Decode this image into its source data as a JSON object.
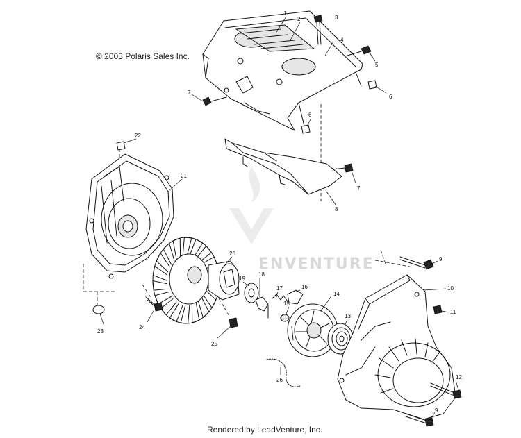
{
  "copyright": "© 2003 Polaris Sales Inc.",
  "watermark": "ENVENTURE",
  "footer": "Rendered by LeadVenture, Inc.",
  "callouts": [
    {
      "id": "1",
      "label": "1"
    },
    {
      "id": "2",
      "label": "2"
    },
    {
      "id": "3",
      "label": "3"
    },
    {
      "id": "4",
      "label": "4"
    },
    {
      "id": "5",
      "label": "5"
    },
    {
      "id": "6a",
      "label": "6"
    },
    {
      "id": "6b",
      "label": "6"
    },
    {
      "id": "7a",
      "label": "7"
    },
    {
      "id": "7b",
      "label": "7"
    },
    {
      "id": "8",
      "label": "8"
    },
    {
      "id": "9a",
      "label": "9"
    },
    {
      "id": "9b",
      "label": "9"
    },
    {
      "id": "10",
      "label": "10"
    },
    {
      "id": "11",
      "label": "11"
    },
    {
      "id": "12",
      "label": "12"
    },
    {
      "id": "13",
      "label": "13"
    },
    {
      "id": "14",
      "label": "14"
    },
    {
      "id": "15",
      "label": "15"
    },
    {
      "id": "16",
      "label": "16"
    },
    {
      "id": "17",
      "label": "17"
    },
    {
      "id": "18",
      "label": "18"
    },
    {
      "id": "19",
      "label": "19"
    },
    {
      "id": "20",
      "label": "20"
    },
    {
      "id": "21",
      "label": "21"
    },
    {
      "id": "22",
      "label": "22"
    },
    {
      "id": "23",
      "label": "23"
    },
    {
      "id": "24",
      "label": "24"
    },
    {
      "id": "25",
      "label": "25"
    },
    {
      "id": "26",
      "label": "26"
    }
  ]
}
